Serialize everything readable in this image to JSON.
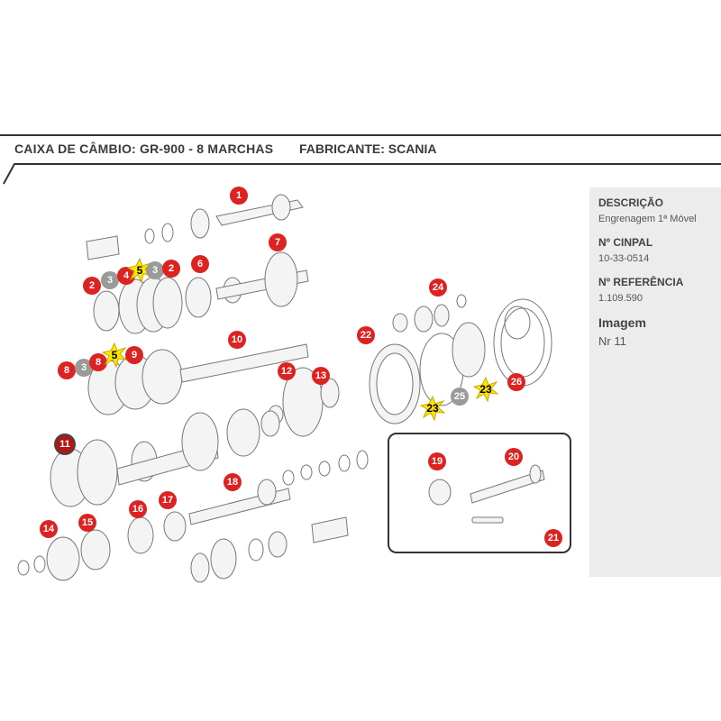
{
  "header": {
    "title": "CAIXA DE CÂMBIO: GR-900 - 8 MARCHAS",
    "maker": "FABRICANTE: SCANIA"
  },
  "sidebar": {
    "descricao_label": "DESCRIÇÃO",
    "descricao_value": "Engrenagem 1ª Móvel",
    "cinpal_label": "Nº CINPAL",
    "cinpal_value": "10-33-0514",
    "referencia_label": "Nº REFERÊNCIA",
    "referencia_value": "1.109.590",
    "imagem_label": "Imagem",
    "imagem_value": "Nr 11"
  },
  "callouts": {
    "c1": "1",
    "c2a": "2",
    "c3a": "3",
    "c4": "4",
    "c5a": "5",
    "c3b": "3",
    "c2b": "2",
    "c6": "6",
    "c7": "7",
    "c8a": "8",
    "c3c": "3",
    "c8b": "8",
    "c5b": "5",
    "c9": "9",
    "c10": "10",
    "c11": "11",
    "c12": "12",
    "c13": "13",
    "c14": "14",
    "c15": "15",
    "c16": "16",
    "c17": "17",
    "c18": "18",
    "c19": "19",
    "c20": "20",
    "c21": "21",
    "c22": "22",
    "c23a": "23",
    "c23b": "23",
    "c24": "24",
    "c25": "25",
    "c26": "26"
  },
  "colors": {
    "callout_red": "#d22222",
    "callout_grey": "#9a9a9a",
    "star_yellow": "#ffe600",
    "panel_grey": "#ececec"
  }
}
